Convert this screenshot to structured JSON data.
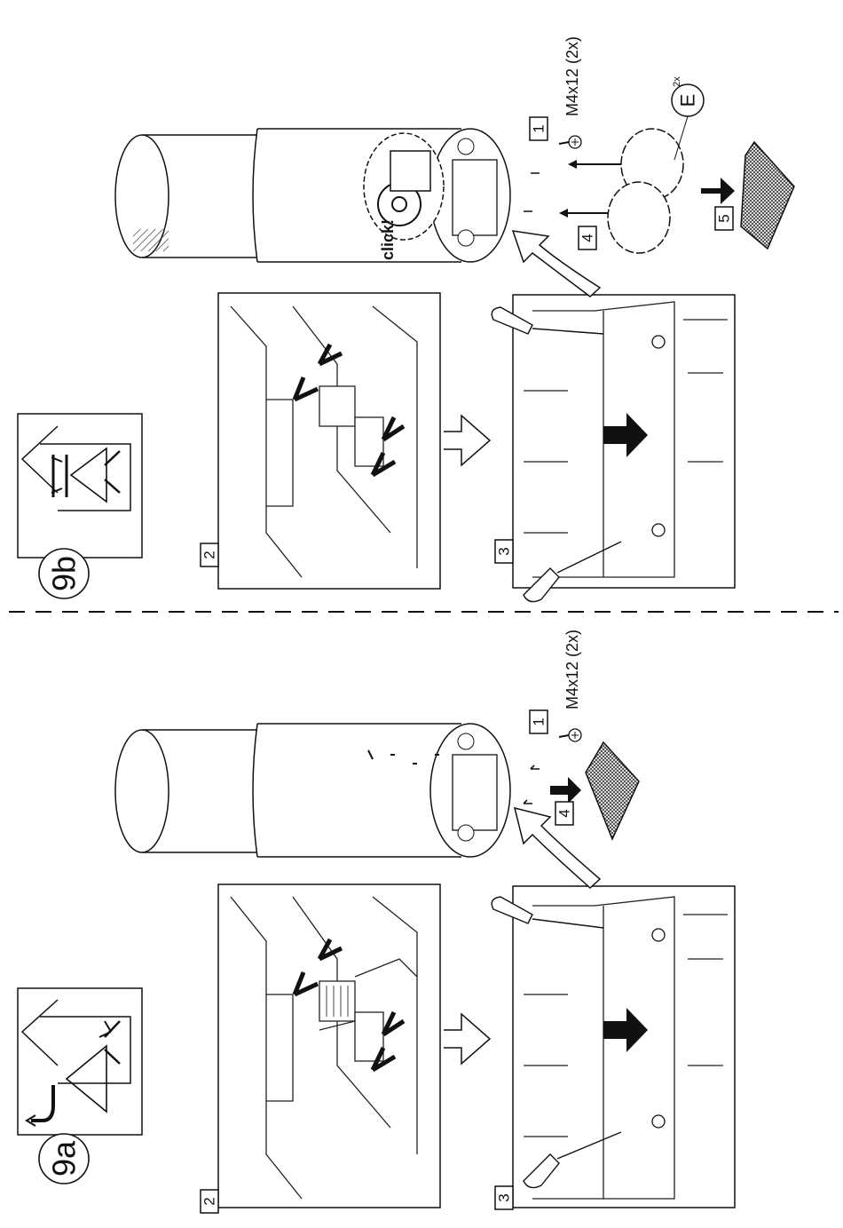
{
  "sections": {
    "a": {
      "badge": "9a",
      "icon": "recirculation-duct-outlet-icon",
      "steps": {
        "s1": "1",
        "s2": "2",
        "s3": "3",
        "s4": "4"
      },
      "screw_note": "M4x12 (2x)"
    },
    "b": {
      "badge": "9b",
      "icon": "recirculation-internal-fan-icon",
      "steps": {
        "s1": "1",
        "s2": "2",
        "s3": "3",
        "s4": "4",
        "s5": "5"
      },
      "screw_note": "M4x12 (2x)",
      "ring_part": "E",
      "ring_qty": "2x",
      "click": "click!"
    }
  },
  "colors": {
    "ink": "#111111",
    "paper": "#ffffff"
  }
}
